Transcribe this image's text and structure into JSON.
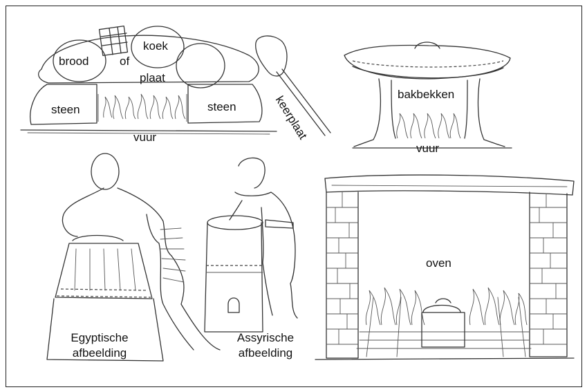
{
  "labels": {
    "brood": "brood",
    "of": "of",
    "koek": "koek",
    "plaat": "plaat",
    "steen_left": "steen",
    "steen_right": "steen",
    "vuur_top_left": "vuur",
    "keerplaat": "keerplaat",
    "bakbekken": "bakbekken",
    "vuur_top_right": "vuur",
    "oven": "oven",
    "egyptische_line1": "Egyptische",
    "egyptische_line2": "afbeelding",
    "assyrische_line1": "Assyrische",
    "assyrische_line2": "afbeelding"
  }
}
